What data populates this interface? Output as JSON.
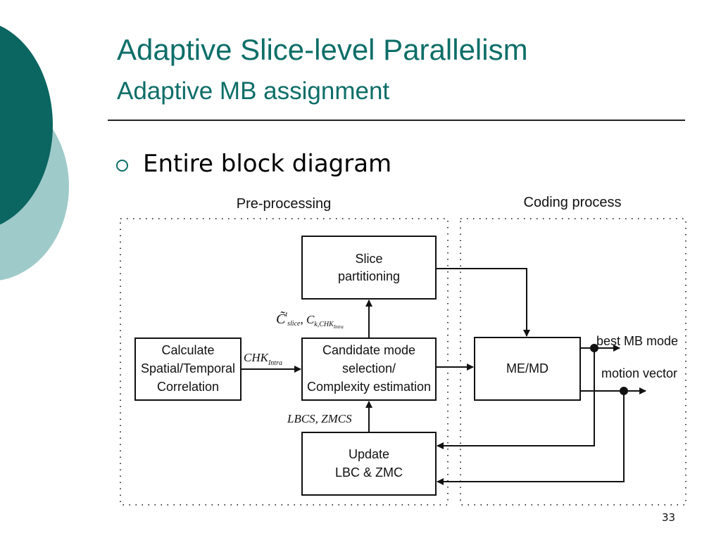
{
  "slide": {
    "title": "Adaptive Slice-level Parallelism",
    "subtitle": "Adaptive MB assignment",
    "bullet": "Entire block diagram",
    "page_number": "33",
    "colors": {
      "accent": "#0e6e68",
      "circle_dark": "#0b6560",
      "circle_light": "#9fcaca"
    }
  },
  "diagram": {
    "sections": {
      "preprocessing": "Pre-processing",
      "coding": "Coding process"
    },
    "blocks": {
      "slice": [
        "Slice",
        "partitioning"
      ],
      "calc": [
        "Calculate",
        "Spatial/Temporal",
        "Correlation"
      ],
      "cand": [
        "Candidate mode",
        "selection/",
        "Complexity estimation"
      ],
      "update": [
        "Update",
        "LBC & ZMC"
      ],
      "memd": [
        "ME/MD"
      ]
    },
    "labels": {
      "chk": "CHK",
      "chk_sub": "Intra",
      "c_slice": "C̃",
      "c_slice_sup": "t",
      "c_slice_sub": "slice",
      "c_k": ", C",
      "c_k_sub": "k,CHK",
      "c_k_subsub": "Intra",
      "lbcs": "LBCS, ZMCS",
      "best_mb": "best MB mode",
      "motion_vector": "motion vector"
    }
  }
}
